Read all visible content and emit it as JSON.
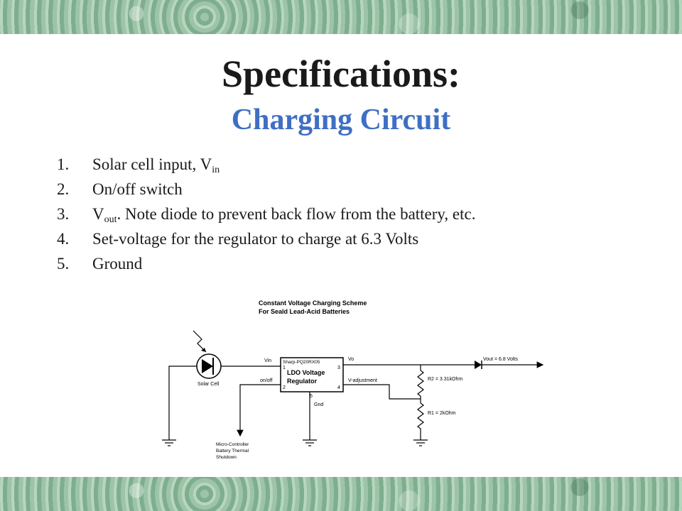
{
  "slide": {
    "title": "Specifications:",
    "subtitle": "Charging Circuit"
  },
  "specs": [
    {
      "num": "1.",
      "text": "Solar cell input, V",
      "sub": "in",
      "tail": ""
    },
    {
      "num": "2.",
      "text": "On/off switch",
      "sub": "",
      "tail": ""
    },
    {
      "num": "3.",
      "text": "V",
      "sub": "out",
      "tail": ".  Note diode to prevent back flow from the battery, etc."
    },
    {
      "num": "4.",
      "text": "Set-voltage for the regulator to charge at 6.3 Volts",
      "sub": "",
      "tail": ""
    },
    {
      "num": "5.",
      "text": "Ground",
      "sub": "",
      "tail": ""
    }
  ],
  "diagram": {
    "title_line1": "Constant Voltage Charging Scheme",
    "title_line2": "For Seald Lead-Acid Batteries",
    "chip_part": "Sharp-PQ20RX05",
    "chip_line1": "LDO Voltage",
    "chip_line2": "Regulator",
    "pin1": "1",
    "pin2": "2",
    "pin3": "3",
    "pin4": "4",
    "pin5": "5",
    "vin_label": "Vin",
    "onoff_label": "on/off",
    "vo_label": "Vo",
    "vadj_label": "V-adjustment",
    "gnd_label": "Gnd",
    "solar_label": "Solar Cell",
    "vout_label": "Vout = 6.8 Volts",
    "r2_label": "R2 = 3.31kOhm",
    "r1_label": "R1 = 2kOhm",
    "mc_line1": "Micro-Controller",
    "mc_line2": "Battery Thermal",
    "mc_line3": "Shutdown"
  }
}
